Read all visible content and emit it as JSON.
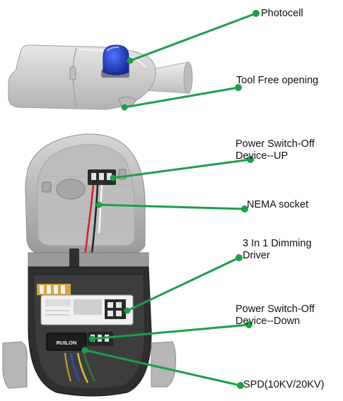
{
  "colors": {
    "leader": "#1aa04a",
    "housing": "#c9c9c9",
    "housing_dark": "#8e8e8e",
    "housing_light": "#e4e4e4",
    "photocell_blue": "#1c3fd0",
    "driver_body": "#f1f1f1",
    "wire_red": "#d42020",
    "cable_green": "#2f7a2f",
    "cable_yellow": "#d7c33a",
    "cable_blue": "#2a4fb6"
  },
  "labels": {
    "photocell": "Photocell",
    "tool_free": "Tool Free opening",
    "switch_up_line1": "Power Switch-Off",
    "switch_up_line2": "Device--UP",
    "nema": "NEMA socket",
    "dimming_line1": "3 In 1 Dimming",
    "dimming_line2": "Driver",
    "switch_down_line1": "Power Switch-Off",
    "switch_down_line2": "Device--Down",
    "spd": "SPD(10KV/20KV)"
  },
  "parts": {
    "spd_brand": "RUILON"
  }
}
